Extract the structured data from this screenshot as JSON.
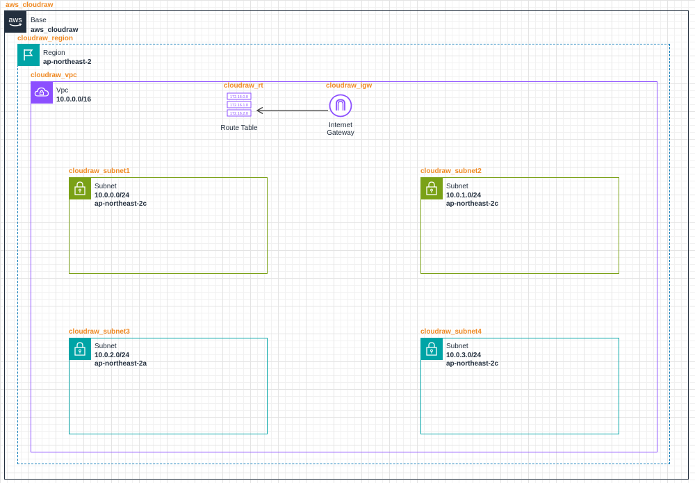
{
  "base": {
    "tag": "aws_cloudraw",
    "type_label": "Base",
    "name": "aws_cloudraw",
    "logo_text": "aws",
    "colors": {
      "border": "#232f3e",
      "logo_bg": "#232f3e"
    }
  },
  "region": {
    "tag": "cloudraw_region",
    "type_label": "Region",
    "name": "ap-northeast-2",
    "colors": {
      "border": "#147eba",
      "accent": "#00a4a6"
    }
  },
  "vpc": {
    "tag": "cloudraw_vpc",
    "type_label": "Vpc",
    "cidr": "10.0.0.0/16",
    "colors": {
      "border": "#8c4fff"
    }
  },
  "route_table": {
    "tag": "cloudraw_rt",
    "label": "Route Table",
    "rows": [
      "172.16.0.0",
      "172.16.1.0",
      "172.16.2.0"
    ]
  },
  "internet_gateway": {
    "tag": "cloudraw_igw",
    "label_line1": "Internet",
    "label_line2": "Gateway"
  },
  "subnets": [
    {
      "tag": "cloudraw_subnet1",
      "type_label": "Subnet",
      "cidr": "10.0.0.0/24",
      "az": "ap-northeast-2c",
      "color": "#7aa116"
    },
    {
      "tag": "cloudraw_subnet2",
      "type_label": "Subnet",
      "cidr": "10.0.1.0/24",
      "az": "ap-northeast-2c",
      "color": "#7aa116"
    },
    {
      "tag": "cloudraw_subnet3",
      "type_label": "Subnet",
      "cidr": "10.0.2.0/24",
      "az": "ap-northeast-2a",
      "color": "#00a4a6"
    },
    {
      "tag": "cloudraw_subnet4",
      "type_label": "Subnet",
      "cidr": "10.0.3.0/24",
      "az": "ap-northeast-2c",
      "color": "#00a4a6"
    }
  ]
}
